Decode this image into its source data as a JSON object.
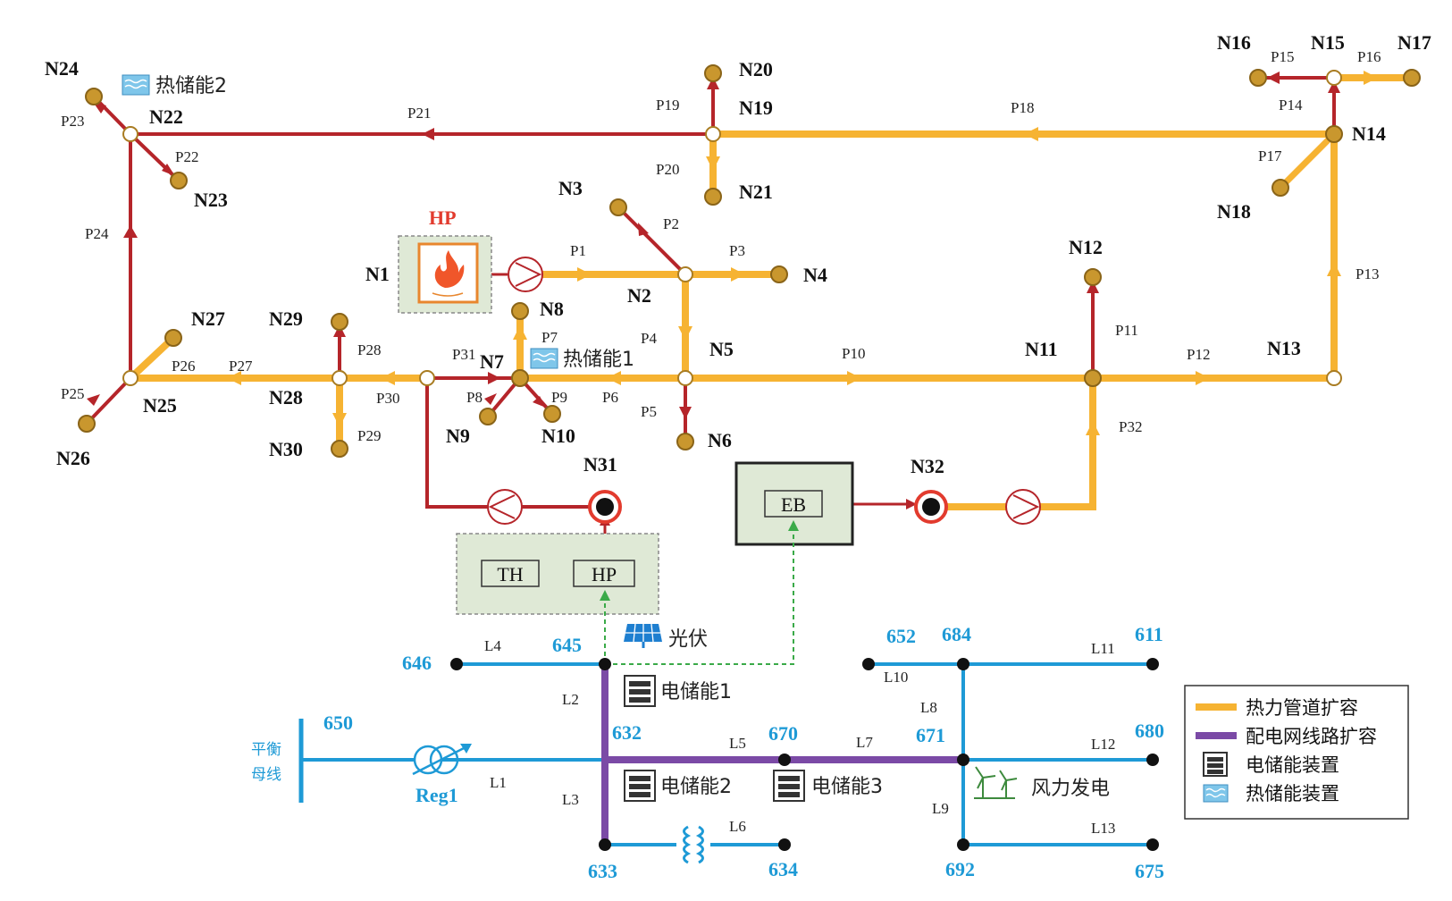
{
  "colors": {
    "heat_expansion": "#f6b332",
    "heat_pipe": "#b5252a",
    "power_expansion": "#7b4aa6",
    "power_line": "#1e9ad6",
    "dashed_link": "#3aaa48",
    "node_fill": "#c9972e",
    "device_bg": "#dfe9d6"
  },
  "heat_nodes": {
    "N1": "N1",
    "N2": "N2",
    "N3": "N3",
    "N4": "N4",
    "N5": "N5",
    "N6": "N6",
    "N7": "N7",
    "N8": "N8",
    "N9": "N9",
    "N10": "N10",
    "N11": "N11",
    "N12": "N12",
    "N13": "N13",
    "N14": "N14",
    "N15": "N15",
    "N16": "N16",
    "N17": "N17",
    "N18": "N18",
    "N19": "N19",
    "N20": "N20",
    "N21": "N21",
    "N22": "N22",
    "N23": "N23",
    "N24": "N24",
    "N25": "N25",
    "N26": "N26",
    "N27": "N27",
    "N28": "N28",
    "N29": "N29",
    "N30": "N30",
    "N31": "N31",
    "N32": "N32"
  },
  "pipes": {
    "P1": "P1",
    "P2": "P2",
    "P3": "P3",
    "P4": "P4",
    "P5": "P5",
    "P6": "P6",
    "P7": "P7",
    "P8": "P8",
    "P9": "P9",
    "P10": "P10",
    "P11": "P11",
    "P12": "P12",
    "P13": "P13",
    "P14": "P14",
    "P15": "P15",
    "P16": "P16",
    "P17": "P17",
    "P18": "P18",
    "P19": "P19",
    "P20": "P20",
    "P21": "P21",
    "P22": "P22",
    "P23": "P23",
    "P24": "P24",
    "P25": "P25",
    "P26": "P26",
    "P27": "P27",
    "P28": "P28",
    "P29": "P29",
    "P30": "P30",
    "P31": "P31",
    "P32": "P32"
  },
  "buses": {
    "b646": "646",
    "b645": "645",
    "b632": "632",
    "b650": "650",
    "b633": "633",
    "b634": "634",
    "b670": "670",
    "b671": "671",
    "b652": "652",
    "b684": "684",
    "b611": "611",
    "b680": "680",
    "b692": "692",
    "b675": "675"
  },
  "lines": {
    "L1": "L1",
    "L2": "L2",
    "L3": "L3",
    "L4": "L4",
    "L5": "L5",
    "L6": "L6",
    "L7": "L7",
    "L8": "L8",
    "L9": "L9",
    "L10": "L10",
    "L11": "L11",
    "L12": "L12",
    "L13": "L13"
  },
  "devices": {
    "hp_top_title": "HP",
    "th": "TH",
    "hp": "HP",
    "eb": "EB",
    "reg1": "Reg1",
    "balance_bus_1": "平衡",
    "balance_bus_2": "母线",
    "thermal_storage_1": "热储能1",
    "thermal_storage_2": "热储能2",
    "elec_storage_1": "电储能1",
    "elec_storage_2": "电储能2",
    "elec_storage_3": "电储能3",
    "pv": "光伏",
    "wind": "风力发电"
  },
  "legend": {
    "heat_expansion": "热力管道扩容",
    "power_expansion": "配电网线路扩容",
    "elec_storage": "电储能装置",
    "thermal_storage": "热储能装置"
  }
}
